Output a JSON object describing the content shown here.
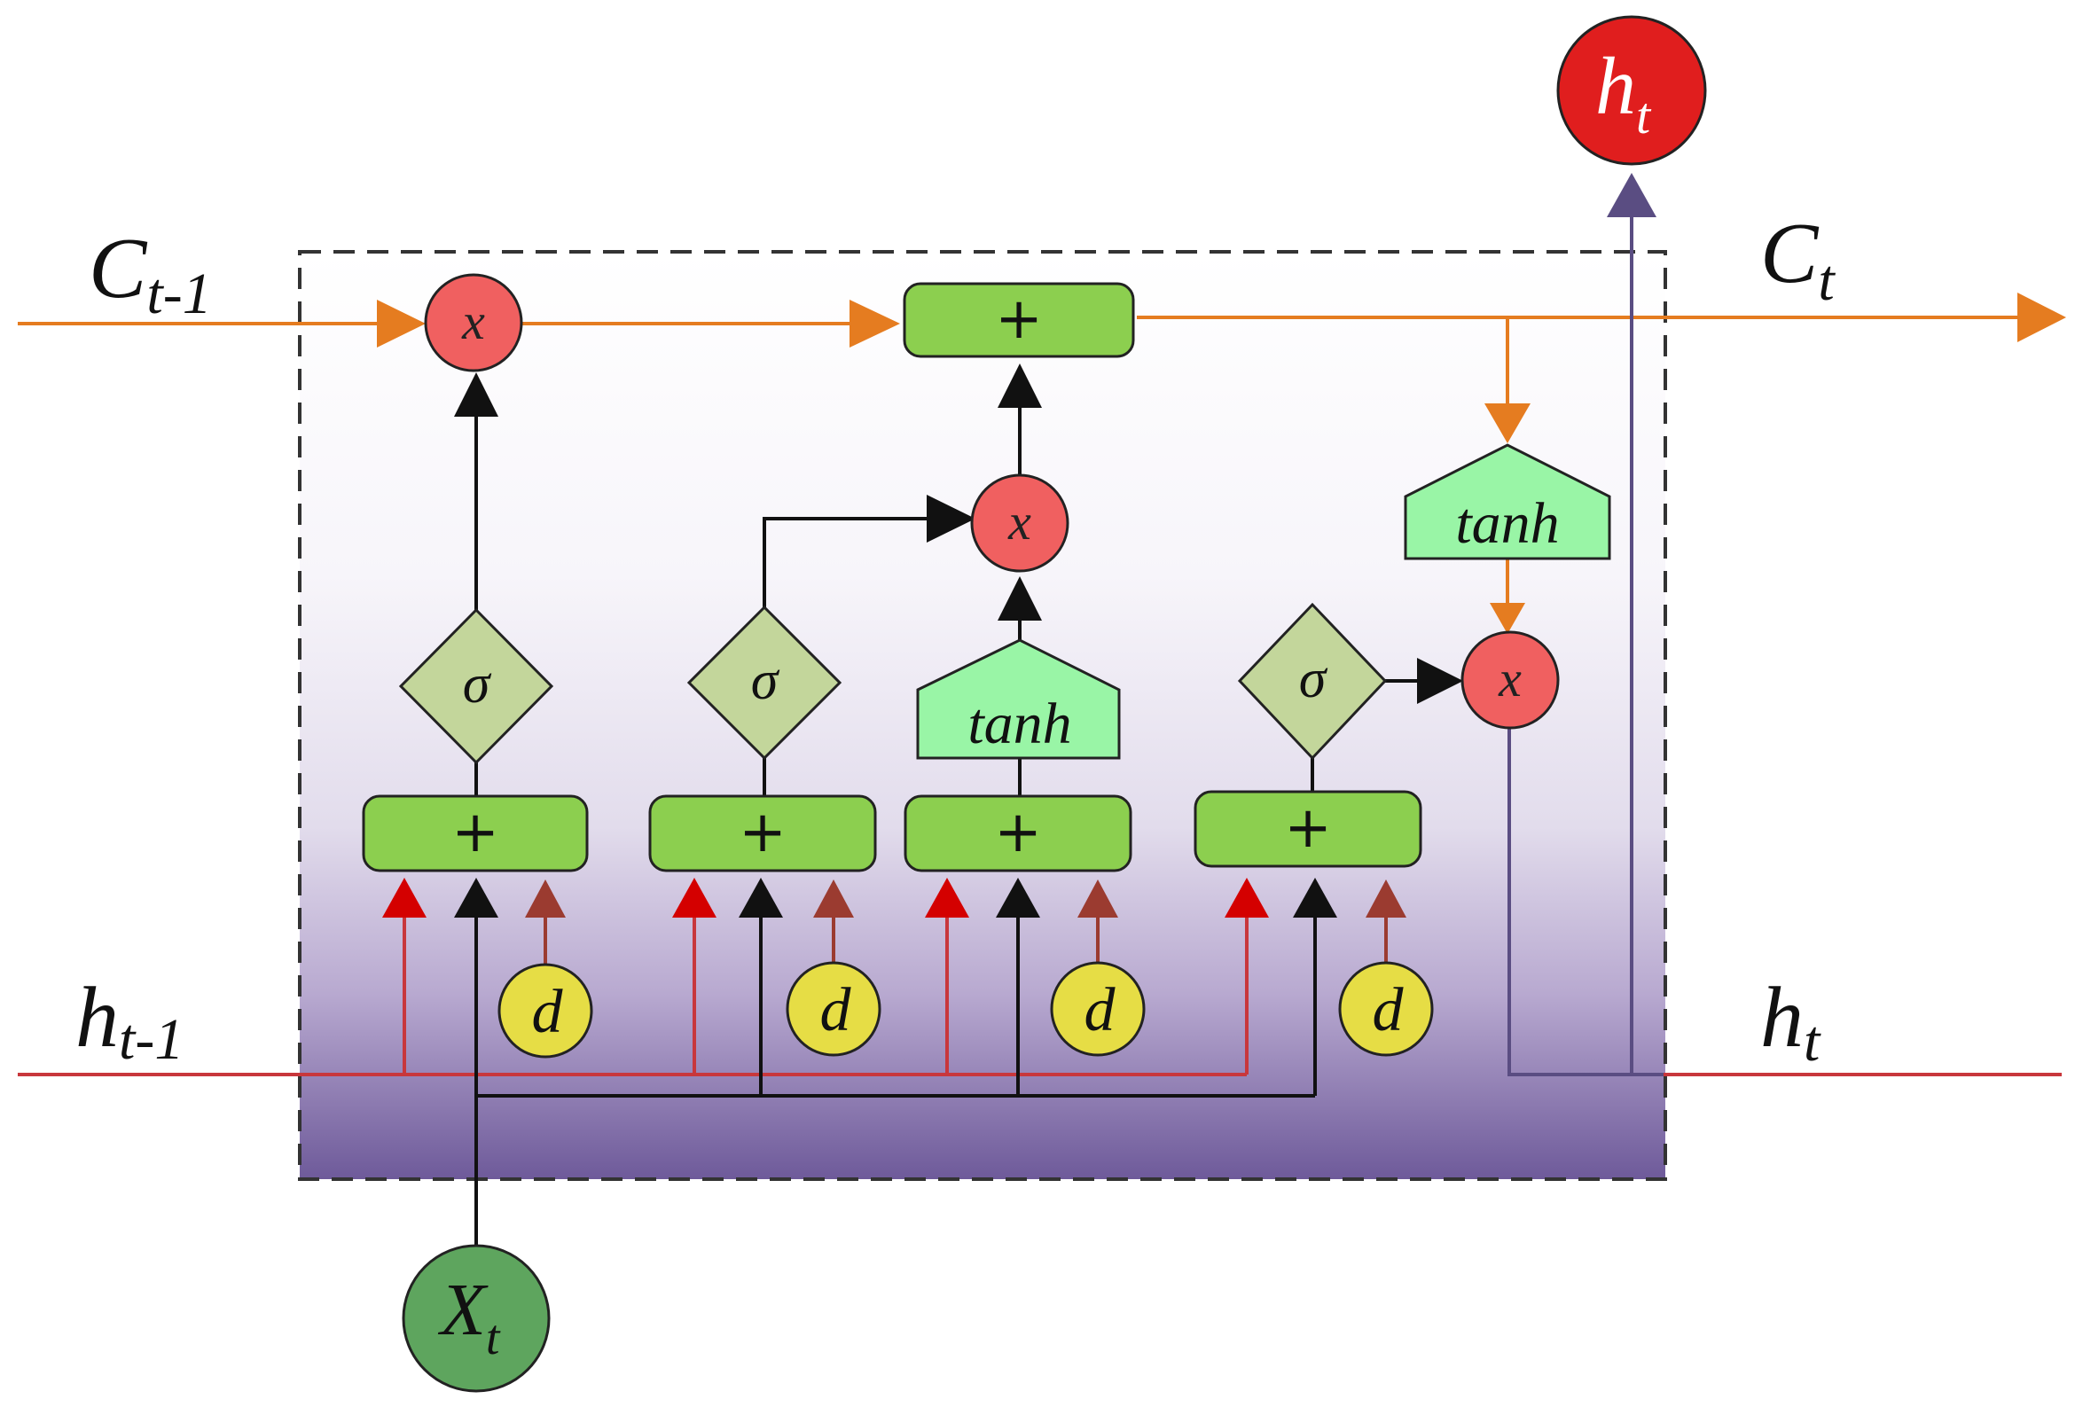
{
  "labels": {
    "c_prev": "C",
    "c_prev_sub": "t-1",
    "c_next": "C",
    "c_next_sub": "t",
    "h_prev": "h",
    "h_prev_sub": "t-1",
    "h_next": "h",
    "h_next_sub": "t",
    "h_out": "h",
    "h_out_sub": "t",
    "x_in": "X",
    "x_in_sub": "t"
  },
  "ops": {
    "multiply": "x",
    "add": "+",
    "sigma": "σ",
    "tanh": "tanh",
    "dropout": "d"
  },
  "colors": {
    "cell_state": "#e57c20",
    "hidden_state": "#c8373c",
    "hidden_output": "#5a4d82",
    "input_arrow": "#d40000",
    "dropout_arrow": "#9b3b30",
    "multiply_fill": "#f06060",
    "add_fill": "#8ccf4f",
    "sigma_fill": "#c3d69b",
    "tanh_fill": "#99f5a6",
    "dropout_fill": "#e6dd45",
    "output_fill": "#e01e1e",
    "input_fill": "#5ea55e"
  }
}
